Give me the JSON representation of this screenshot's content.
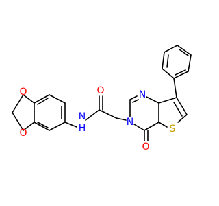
{
  "molecule": {
    "atoms": [
      {
        "id": "o1",
        "symbol": "O",
        "color": "#ff0000"
      },
      {
        "id": "o2",
        "symbol": "O",
        "color": "#ff0000"
      },
      {
        "id": "n_amide",
        "symbol": "N",
        "color": "#0000ff"
      },
      {
        "id": "h_amide",
        "symbol": "H",
        "color": "#0000ff"
      },
      {
        "id": "o_amide",
        "symbol": "O",
        "color": "#ff0000"
      },
      {
        "id": "n3",
        "symbol": "N",
        "color": "#0000ff"
      },
      {
        "id": "n1",
        "symbol": "N",
        "color": "#0000ff"
      },
      {
        "id": "o4",
        "symbol": "O",
        "color": "#ff0000"
      },
      {
        "id": "s",
        "symbol": "S",
        "color": "#c8a000"
      }
    ]
  }
}
